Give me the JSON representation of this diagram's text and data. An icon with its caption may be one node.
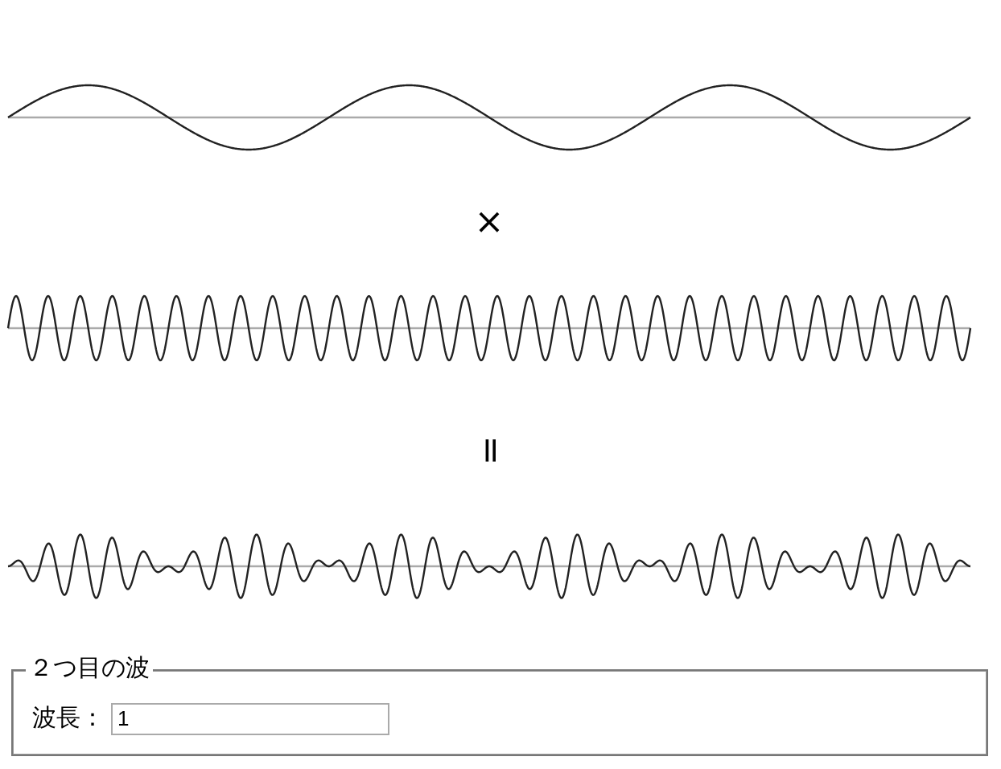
{
  "diagram": {
    "nodes": [
      {
        "text": [
          "２つ目の波",
          "波長："
        ]
      },
      {
        "text": [
          "1"
        ],
        "in": 0
      }
    ],
    "labels": [
      "×",
      "="
    ]
  }
}
